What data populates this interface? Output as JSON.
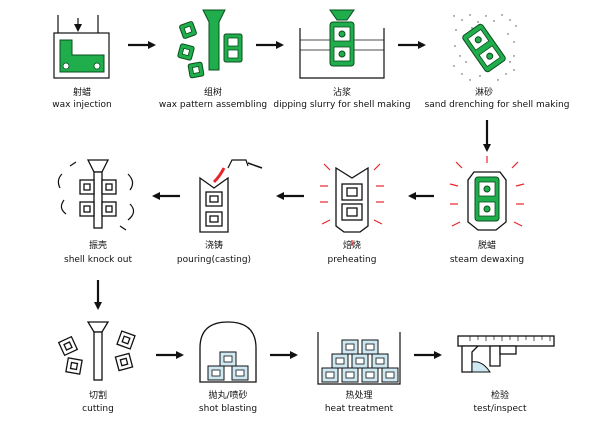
{
  "colors": {
    "wax_green": "#1fae4b",
    "heat_red": "#e8262a",
    "blue_part": "#cfe9f3",
    "outline": "#111111"
  },
  "steps": [
    {
      "cn": "射蜡",
      "en": "wax injection",
      "icon": "wax-injection-icon"
    },
    {
      "cn": "组树",
      "en": "wax pattern assembling",
      "icon": "wax-tree-assembly-icon"
    },
    {
      "cn": "沾浆",
      "en": "dipping slurry for shell making",
      "icon": "slurry-dipping-icon"
    },
    {
      "cn": "淋砂",
      "en": "sand drenching for shell making",
      "icon": "sand-drenching-icon"
    },
    {
      "cn": "脱蜡",
      "en": "steam dewaxing",
      "icon": "steam-dewaxing-icon"
    },
    {
      "cn": "焙烧",
      "en": "preheating",
      "icon": "preheating-icon"
    },
    {
      "cn": "浇铸",
      "en": "pouring(casting)",
      "icon": "pouring-icon"
    },
    {
      "cn": "振壳",
      "en": "shell knock out",
      "icon": "shell-knockout-icon"
    },
    {
      "cn": "切割",
      "en": "cutting",
      "icon": "cutting-icon"
    },
    {
      "cn": "抛丸/喷砂",
      "en": "shot blasting",
      "icon": "shot-blasting-icon"
    },
    {
      "cn": "热处理",
      "en": "heat treatment",
      "icon": "heat-treatment-icon"
    },
    {
      "cn": "检验",
      "en": "test/inspect",
      "icon": "inspect-icon"
    }
  ]
}
